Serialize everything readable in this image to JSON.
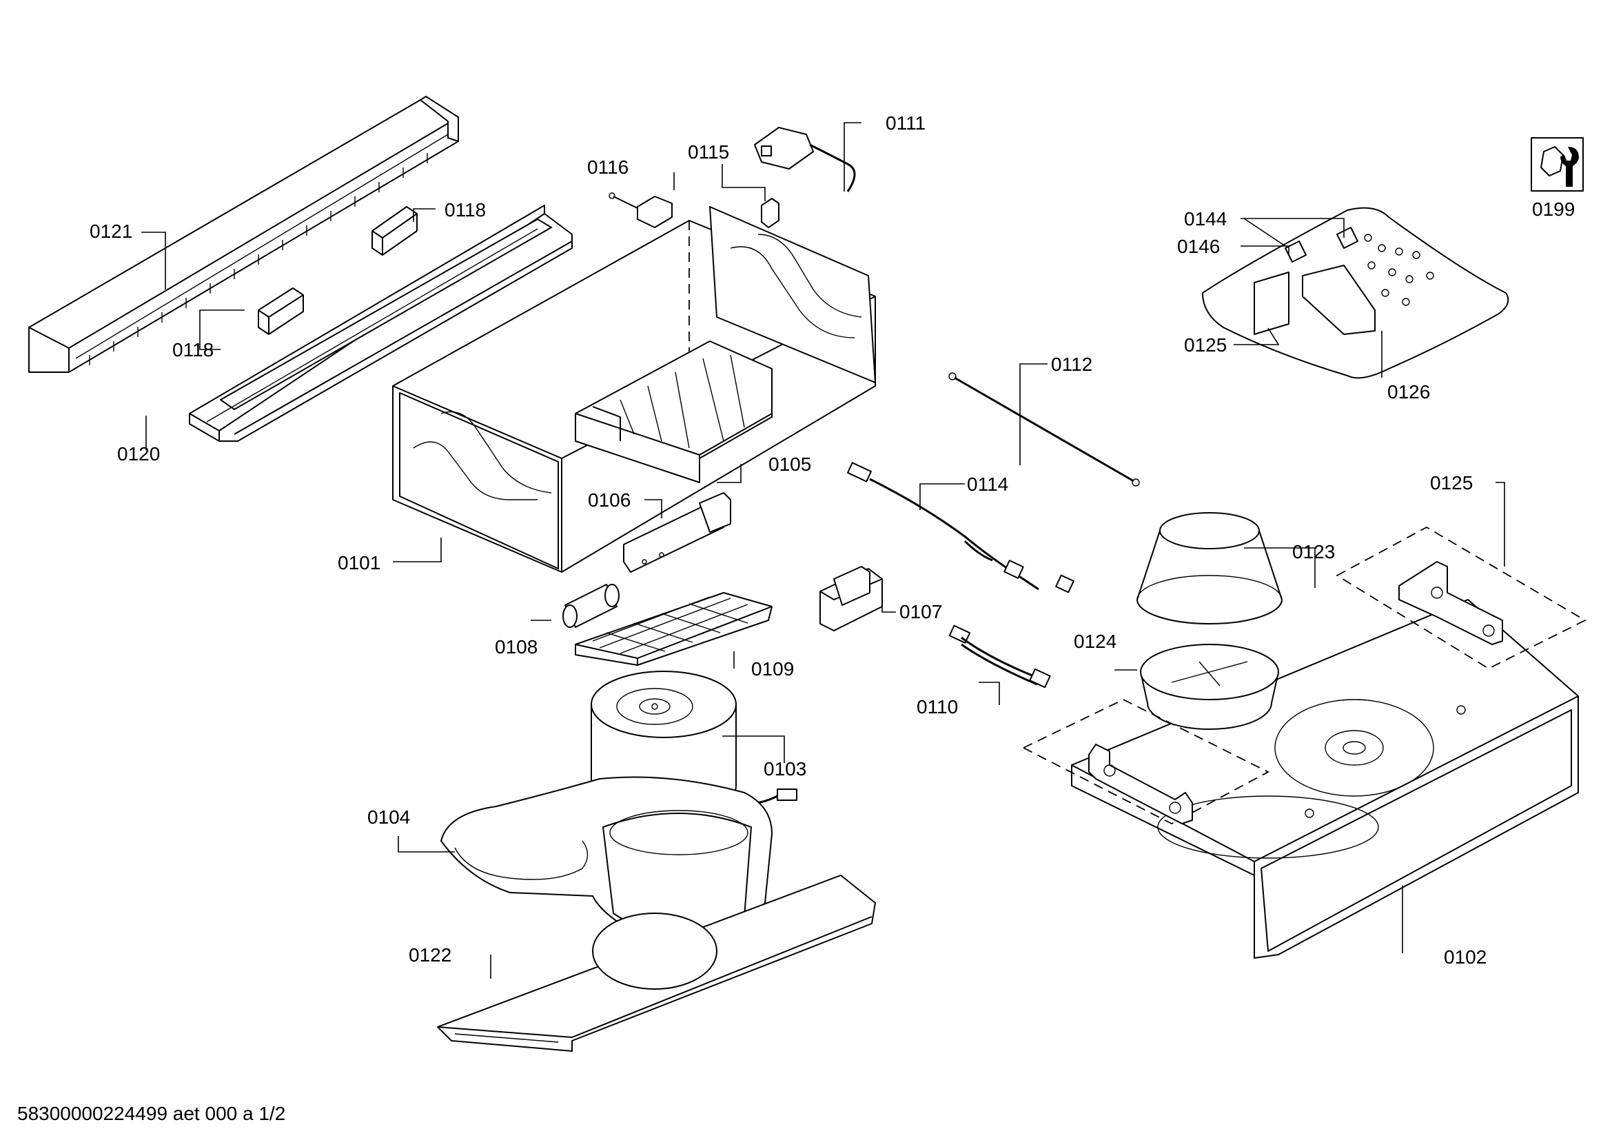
{
  "labels": {
    "p0101": "0101",
    "p0102": "0102",
    "p0103": "0103",
    "p0104": "0104",
    "p0105": "0105",
    "p0106": "0106",
    "p0107": "0107",
    "p0108": "0108",
    "p0109": "0109",
    "p0110": "0110",
    "p0111": "0111",
    "p0112": "0112",
    "p0114": "0114",
    "p0115": "0115",
    "p0116": "0116",
    "p0118a": "0118",
    "p0118b": "0118",
    "p0120": "0120",
    "p0121": "0121",
    "p0122": "0122",
    "p0123": "0123",
    "p0124": "0124",
    "p0125a": "0125",
    "p0125b": "0125",
    "p0126": "0126",
    "p0144": "0144",
    "p0146": "0146",
    "p0199": "0199"
  },
  "footer": "58300000224499 aet 000 a 1/2",
  "icons": {
    "service": "wrench-nut-icon"
  }
}
